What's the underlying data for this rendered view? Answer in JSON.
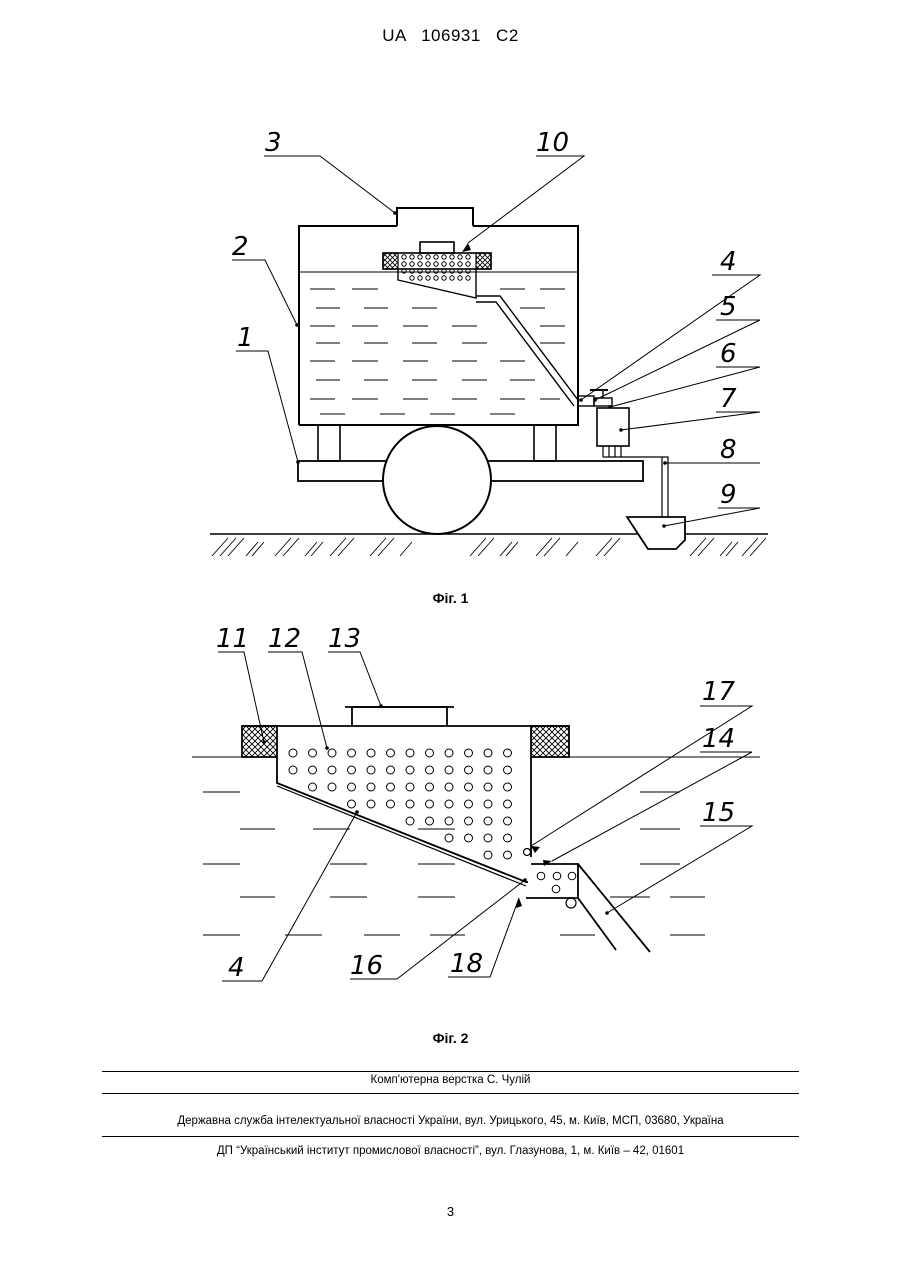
{
  "header": {
    "patent_number": "UA   106931   C2"
  },
  "figure1": {
    "caption": "Фіг. 1",
    "labels": [
      "1",
      "2",
      "3",
      "4",
      "5",
      "6",
      "7",
      "8",
      "9",
      "10"
    ]
  },
  "figure2": {
    "caption": "Фіг. 2",
    "labels": [
      "11",
      "12",
      "13",
      "17",
      "14",
      "15",
      "4",
      "16",
      "18"
    ]
  },
  "footer": {
    "layout_credit": "Комп'ютерна верстка С. Чулій",
    "office": "Державна служба інтелектуальної власності України, вул. Урицького, 45, м. Київ, МСП, 03680, Україна",
    "institute": "ДП “Український інститут промислової власності”, вул. Глазунова, 1, м. Київ – 42, 01601"
  },
  "page_number": "3"
}
